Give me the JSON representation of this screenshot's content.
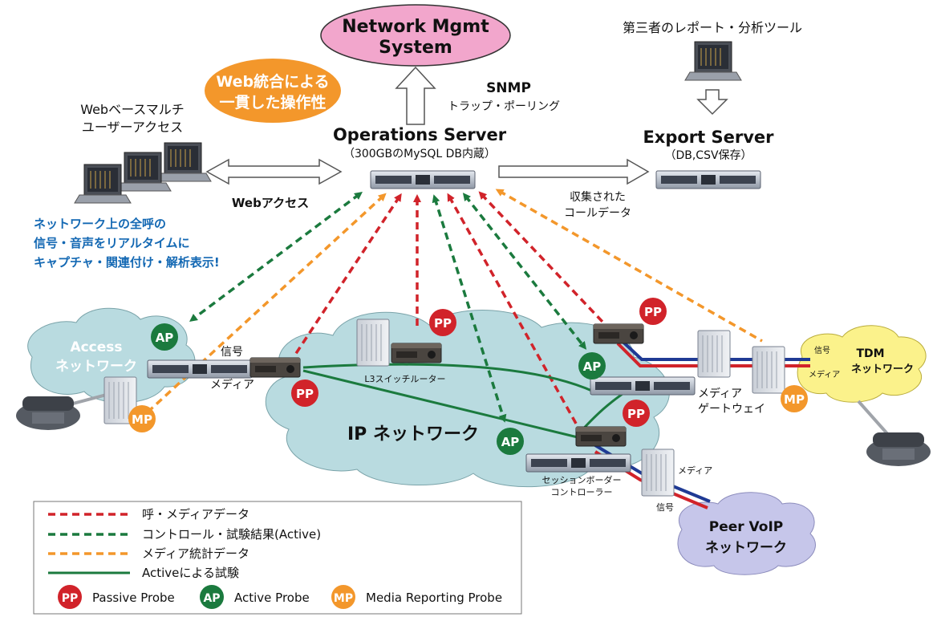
{
  "nms": {
    "line1": "Network Mgmt",
    "line2": "System"
  },
  "web_bubble": {
    "line1": "Web統合による",
    "line2": "一貫した操作性"
  },
  "snmp": {
    "title": "SNMP",
    "sub": "トラップ・ポーリング"
  },
  "third_party": "第三者のレポート・分析ツール",
  "multi_user": {
    "line1": "Webベースマルチ",
    "line2": "ユーザーアクセス"
  },
  "ops_server": {
    "title": "Operations Server",
    "sub": "（300GBのMySQL DB内蔵）"
  },
  "export_server": {
    "title": "Export Server",
    "sub": "（DB,CSV保存）"
  },
  "web_access": "Webアクセス",
  "collected": {
    "line1": "収集された",
    "line2": "コールデータ"
  },
  "capture_text": {
    "line1": "ネットワーク上の全呼の",
    "line2": "信号・音声をリアルタイムに",
    "line3": "キャプチャ・関連付け・解析表示!"
  },
  "access_cloud": {
    "line1": "Access",
    "line2": "ネットワーク"
  },
  "ip_cloud": "IP ネットワーク",
  "tdm_cloud": {
    "line1": "TDM",
    "line2": "ネットワーク"
  },
  "peer_cloud": {
    "line1": "Peer VoIP",
    "line2": "ネットワーク"
  },
  "labels": {
    "signal": "信号",
    "media": "メディア",
    "l3": "L3スイッチルーター",
    "media_gw": {
      "line1": "メディア",
      "line2": "ゲートウェイ"
    },
    "sbc": {
      "line1": "セッションボーダー",
      "line2": "コントローラー"
    },
    "tdm_signal": "信号",
    "tdm_media": "メディア",
    "peer_media": "メディア",
    "peer_signal": "信号"
  },
  "badges": {
    "pp": "PP",
    "ap": "AP",
    "mp": "MP"
  },
  "legend": {
    "items": [
      {
        "label": "呼・メディアデータ",
        "color": "#d1232a"
      },
      {
        "label": "コントロール・試験結果(Active)",
        "color": "#1b7a3e"
      },
      {
        "label": "メディア統計データ",
        "color": "#f3972b"
      },
      {
        "label": "Activeによる試験",
        "color": "#1b7a3e"
      }
    ],
    "probes": [
      {
        "badge": "PP",
        "label": "Passive Probe",
        "color": "#d1232a"
      },
      {
        "badge": "AP",
        "label": "Active Probe",
        "color": "#1b7a3e"
      },
      {
        "badge": "MP",
        "label": "Media Reporting Probe",
        "color": "#f3972b"
      }
    ]
  },
  "colors": {
    "red": "#d1232a",
    "green": "#1b7a3e",
    "orange": "#f3972b",
    "blue_text": "#1368b3",
    "cloud": "#b9dbe0",
    "tdm_cloud": "#fbf28b",
    "peer_cloud": "#c6c6ea",
    "nms_fill": "#f2a6cc"
  }
}
